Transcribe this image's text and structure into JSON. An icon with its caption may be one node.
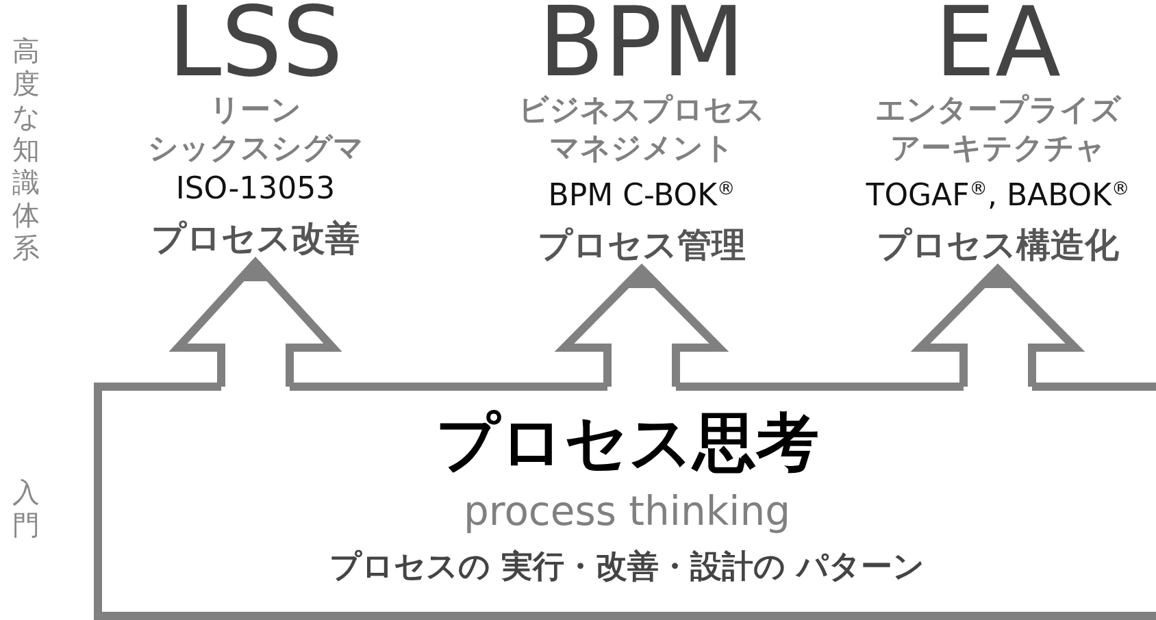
{
  "diagram": {
    "nodes": [
      {
        "text": [
          "プロセス思考",
          "process thinking",
          "プロセスの 実行・改善・設計の パターン"
        ]
      },
      {
        "text": [
          "LSS",
          "リーンシックスシグマ",
          "ISO-13053",
          "プロセス改善"
        ]
      },
      {
        "text": [
          "BPM",
          "ビジネスプロセスマネジメント",
          "BPM C-BOK$^{®}$",
          "プロセス管理"
        ]
      },
      {
        "text": [
          "EA",
          "エンタープライズアーキテクチャ",
          "TOGAF$^{®}$, BABOK$^{®}$",
          "プロセス構造化"
        ]
      }
    ],
    "edges": [
      {
        "from": 0,
        "to": 1,
        "arrow": "to"
      },
      {
        "from": 0,
        "to": 2,
        "arrow": "to"
      },
      {
        "from": 0,
        "to": 3,
        "arrow": "to"
      }
    ],
    "labels": [
      "高度な知識体系",
      "入門"
    ]
  }
}
